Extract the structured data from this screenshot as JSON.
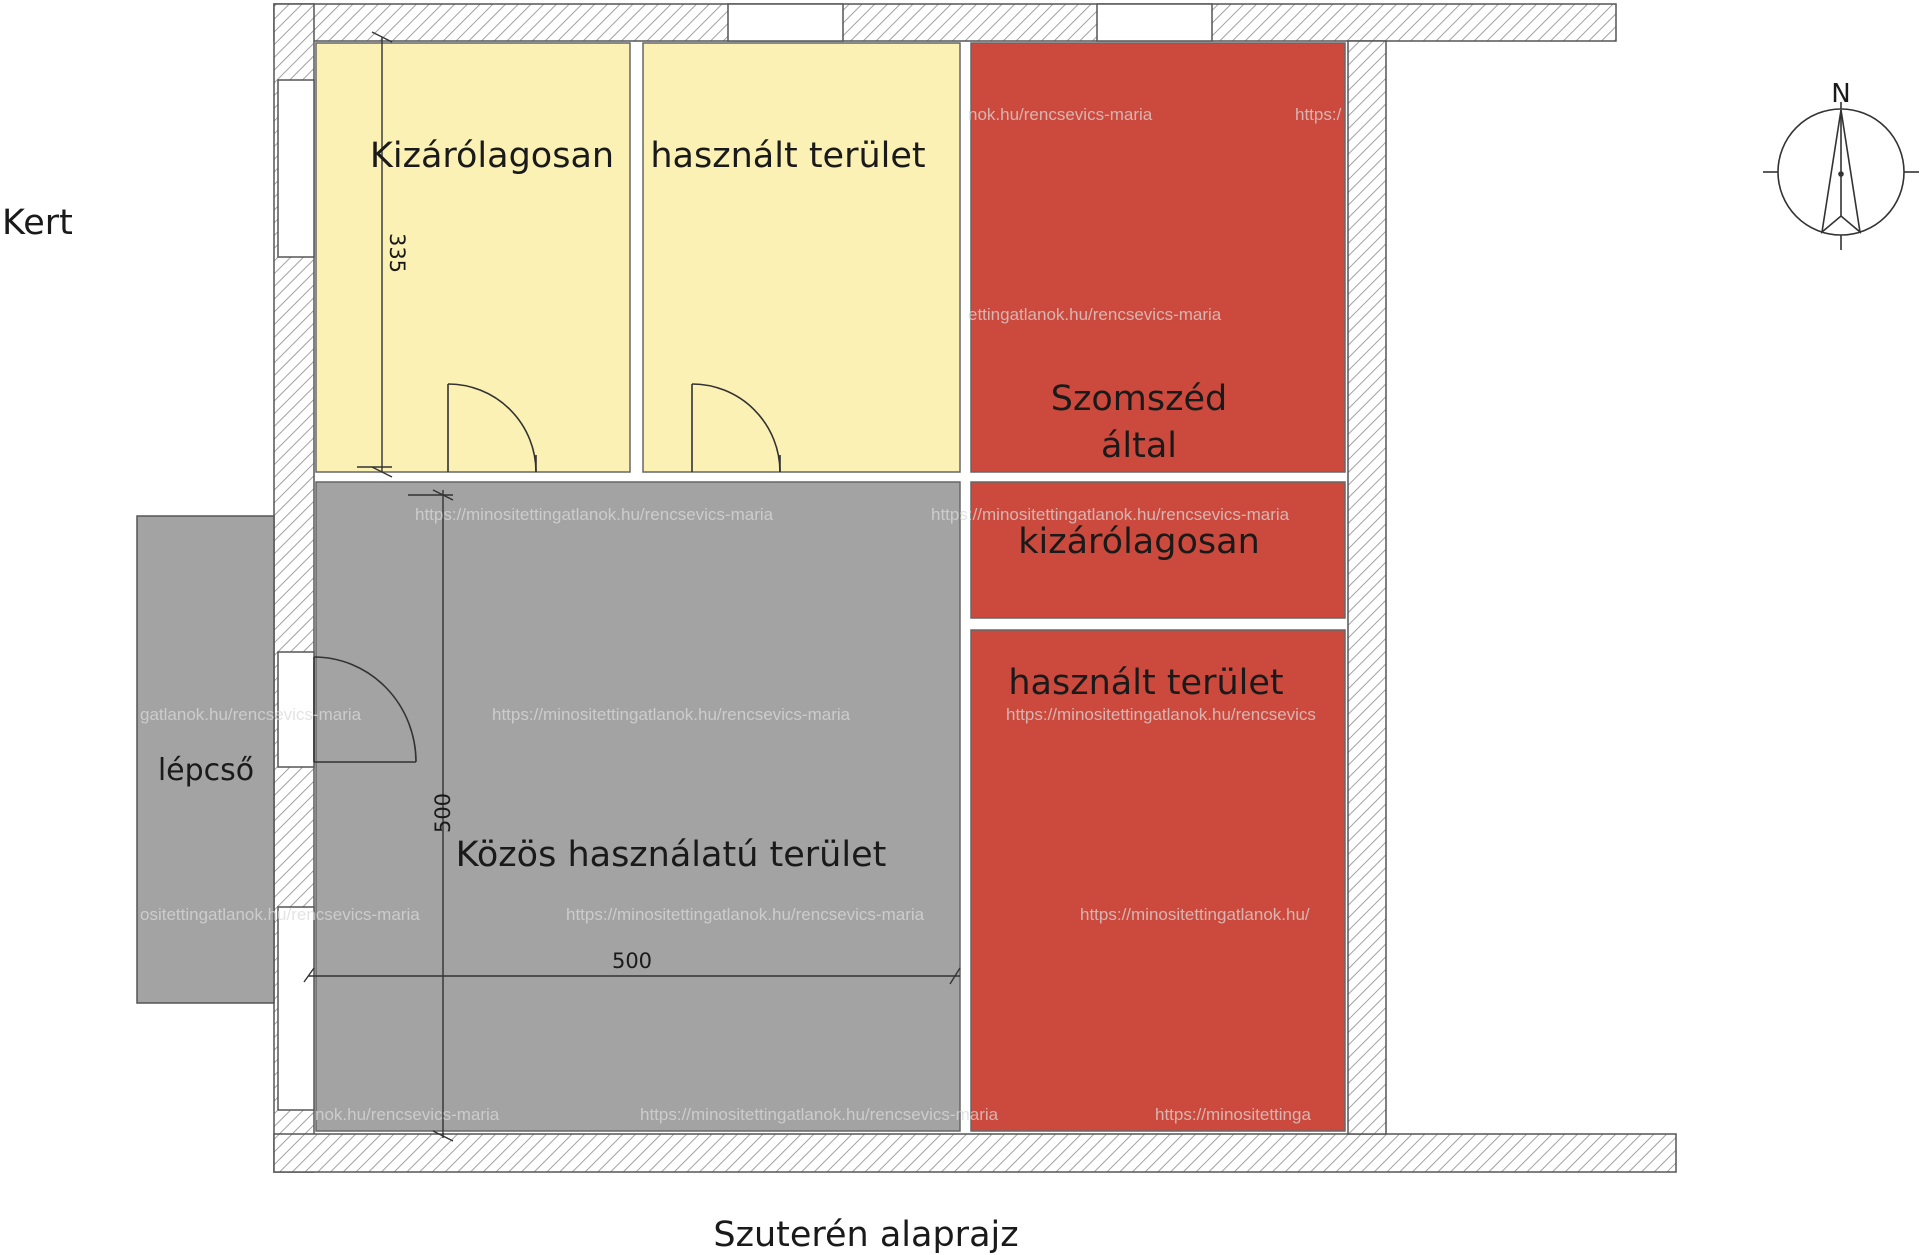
{
  "labels": {
    "garden": "Kert",
    "stair": "lépcső",
    "yellow_left": "Kizárólagosan",
    "yellow_right": "használt terület",
    "red_line1": "Szomszéd",
    "red_line2": "által",
    "red_line3": "kizárólagosan",
    "red_line4": "használt terület",
    "common": "Közös használatú terület",
    "caption": "Szuterén alaprajz",
    "north": "N"
  },
  "dimensions": {
    "yellow_height": "335",
    "common_height": "500",
    "common_width": "500"
  },
  "watermarks": [
    "nok.hu/rencsevics-maria",
    "https:/",
    "ettingatlanok.hu/rencsevics-maria",
    "https://minositettingatlanok.hu/rencsevics-maria",
    "https://minositettingatlanok.hu/rencsevics-maria",
    "gatlanok.hu/rencsevics-maria",
    "https://minositettingatlanok.hu/rencsevics-maria",
    "https://minositettingatlanok.hu/rencsevics",
    "ositettingatlanok.hu/rencsevics-maria",
    "https://minositettingatlanok.hu/rencsevics-maria",
    "https://minositettingatlanok.hu/",
    "nok.hu/rencsevics-maria",
    "https://minositettingatlanok.hu/rencsevics-maria",
    "https://minositettinga"
  ],
  "colors": {
    "yellow_room": "#fbf1b5",
    "red_room": "#cc4a3d",
    "grey_room": "#a3a3a3",
    "wall_hatch": "#7a7a7a"
  }
}
